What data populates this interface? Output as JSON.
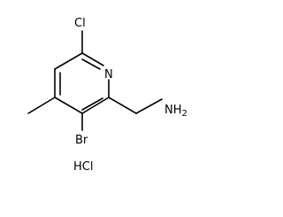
{
  "molecule": {
    "atoms": {
      "cl": "Cl",
      "n": "N",
      "br": "Br",
      "nh2_main": "NH",
      "nh2_subscript": "2"
    },
    "salt": "HCl"
  }
}
